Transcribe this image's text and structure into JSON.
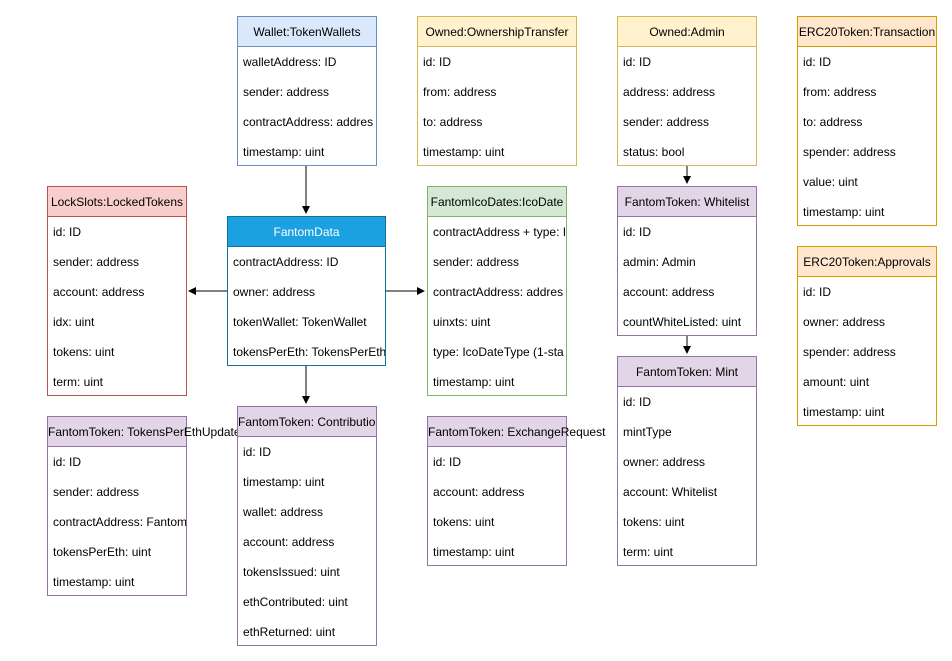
{
  "entities": {
    "token_wallets": {
      "title": "Wallet:TokenWallets",
      "fields": [
        "walletAddress: ID",
        "sender: address",
        "contractAddress: addres",
        "timestamp: uint"
      ]
    },
    "ownership_transfer": {
      "title": "Owned:OwnershipTransfer",
      "fields": [
        "id: ID",
        "from: address",
        "to: address",
        "timestamp: uint"
      ]
    },
    "owned_admin": {
      "title": "Owned:Admin",
      "fields": [
        "id: ID",
        "address: address",
        "sender: address",
        "status: bool"
      ]
    },
    "erc20_transaction": {
      "title": "ERC20Token:Transaction",
      "fields": [
        "id: ID",
        "from: address",
        "to: address",
        "spender: address",
        "value: uint",
        "timestamp: uint"
      ]
    },
    "locked_tokens": {
      "title": "LockSlots:LockedTokens",
      "fields": [
        "id: ID",
        "sender: address",
        "account: address",
        "idx: uint",
        "tokens: uint",
        "term: uint"
      ]
    },
    "fantom_data": {
      "title": "FantomData",
      "fields": [
        "contractAddress: ID",
        "owner: address",
        "tokenWallet: TokenWallet",
        "tokensPerEth: TokensPerEth"
      ]
    },
    "ico_date": {
      "title": "FantomIcoDates:IcoDate",
      "fields": [
        "contractAddress + type: I",
        "sender: address",
        "contractAddress: addres",
        "uinxts: uint",
        "type: IcoDateType (1-sta",
        "timestamp: uint"
      ]
    },
    "whitelist": {
      "title": "FantomToken: Whitelist",
      "fields": [
        "id: ID",
        "admin: Admin",
        "account: address",
        "countWhiteListed: uint"
      ]
    },
    "erc20_approvals": {
      "title": "ERC20Token:Approvals",
      "fields": [
        "id: ID",
        "owner: address",
        "spender: address",
        "amount: uint",
        "timestamp: uint"
      ]
    },
    "tokens_per_eth": {
      "title": "FantomToken: TokensPerEthUpdated",
      "fields": [
        "id: ID",
        "sender: address",
        "contractAddress: Fantom",
        "tokensPerEth: uint",
        "timestamp: uint"
      ]
    },
    "contribution": {
      "title": "FantomToken: Contribution",
      "fields": [
        "id: ID",
        "timestamp: uint",
        "wallet: address",
        "account: address",
        "tokensIssued: uint",
        "ethContributed: uint",
        "ethReturned: uint"
      ]
    },
    "exchange_request": {
      "title": "FantomToken: ExchangeRequest",
      "fields": [
        "id: ID",
        "account: address",
        "tokens: uint",
        "timestamp: uint"
      ]
    },
    "mint": {
      "title": "FantomToken: Mint",
      "fields": [
        "id: ID",
        "mintType",
        "owner: address",
        "account: Whitelist",
        "tokens: uint",
        "term: uint"
      ]
    }
  },
  "colors": {
    "blue": "#dae8fc",
    "yellow": "#fff2cc",
    "orange": "#ffe6cc",
    "red": "#f8cecc",
    "green": "#d5e8d4",
    "purple": "#e1d5e7",
    "main": "#1ba1e2",
    "edge": "#000000"
  }
}
